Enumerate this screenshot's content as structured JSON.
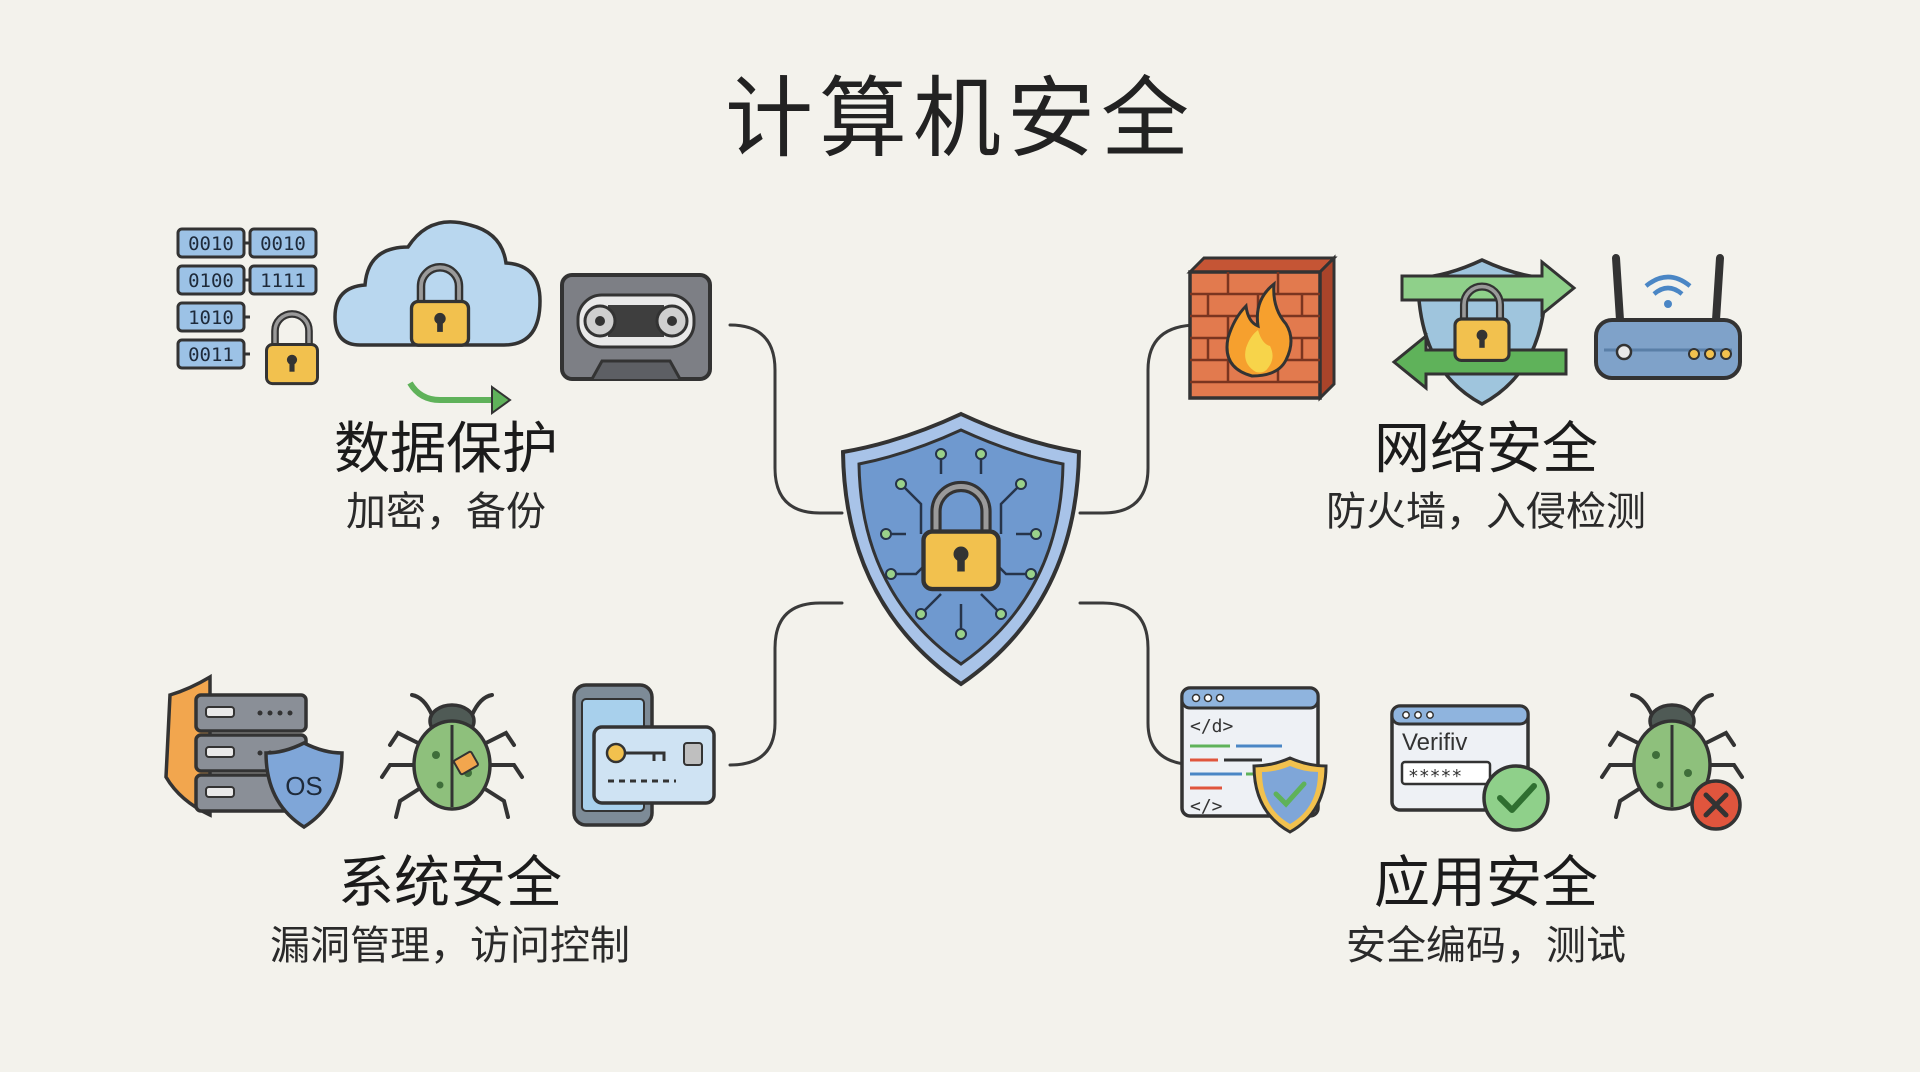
{
  "title": "计算机安全",
  "center": {
    "icon": "shield-lock-circuit-icon"
  },
  "quadrants": {
    "data_protection": {
      "heading": "数据保护",
      "subtitle": "加密，备份",
      "icons": [
        "binary-database-lock-icon",
        "cloud-lock-icon",
        "backup-tape-icon"
      ],
      "binary_rows": [
        [
          "0010",
          "0010"
        ],
        [
          "0100",
          "1111"
        ],
        [
          "1010",
          ""
        ],
        [
          "0011",
          ""
        ]
      ]
    },
    "network_security": {
      "heading": "网络安全",
      "subtitle": "防火墙，入侵检测",
      "icons": [
        "firewall-icon",
        "shield-traffic-lock-icon",
        "wifi-router-icon"
      ]
    },
    "system_security": {
      "heading": "系统安全",
      "subtitle": "漏洞管理，访问控制",
      "icons": [
        "server-shield-os-icon",
        "bug-icon",
        "phone-keycard-icon"
      ],
      "os_badge": "OS"
    },
    "application_security": {
      "heading": "应用安全",
      "subtitle": "安全编码，测试",
      "icons": [
        "code-window-shield-icon",
        "verify-window-check-icon",
        "bug-blocked-icon"
      ],
      "code_lines": [
        "</d>",
        "</>"
      ],
      "verify_text": "Verifiv",
      "password_mask": "*****"
    }
  },
  "colors": {
    "background": "#f3f2ec",
    "lock_gold": "#f2c14e",
    "shield_blue": "#7fa6d8",
    "arrow_green": "#5fb25a",
    "brick_red": "#d9693f",
    "error_red": "#e0553d"
  }
}
